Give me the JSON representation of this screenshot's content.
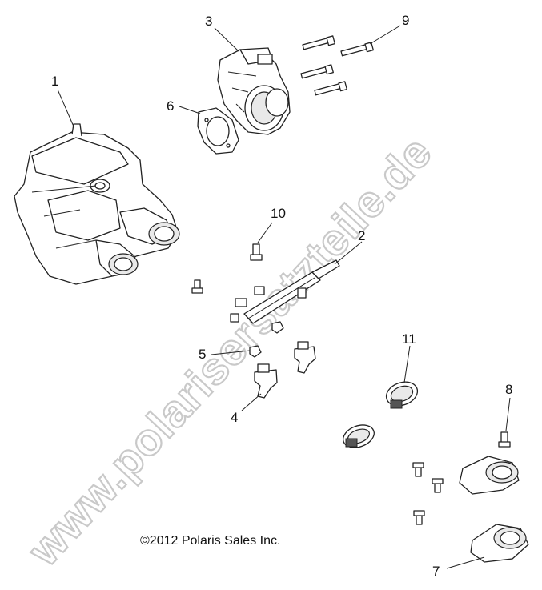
{
  "callouts": [
    "1",
    "2",
    "3",
    "4",
    "5",
    "6",
    "7",
    "8",
    "9",
    "10",
    "11"
  ],
  "copyright": "©2012 Polaris Sales Inc.",
  "watermark": "www.polarisersatzteile.de"
}
